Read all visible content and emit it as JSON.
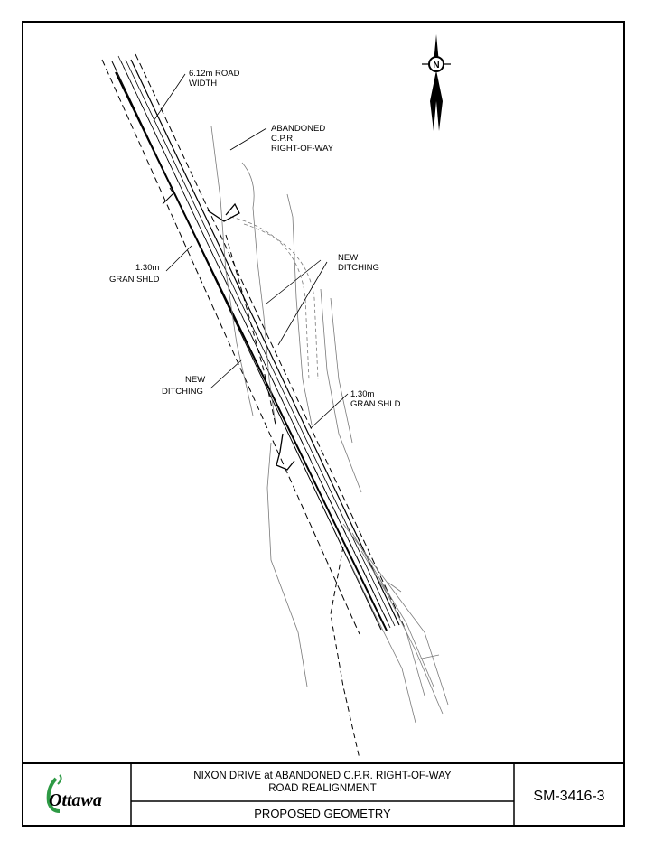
{
  "labels": {
    "road_width_1": "6.12m ROAD",
    "road_width_2": "WIDTH",
    "abandoned_1": "ABANDONED",
    "abandoned_2": "C.P.R",
    "abandoned_3": "RIGHT-OF-WAY",
    "ditching_ne_1": "NEW",
    "ditching_ne_2": "DITCHING",
    "gran_sw_1": "1.30m",
    "gran_sw_2": "GRAN SHLD",
    "ditching_w_1": "NEW",
    "ditching_w_2": "DITCHING",
    "gran_e_1": "1.30m",
    "gran_e_2": "GRAN SHLD"
  },
  "north_arrow": {
    "letter": "N",
    "icon": "north-arrow-icon"
  },
  "title_block": {
    "logo": "Ottawa",
    "title_line1": "NIXON DRIVE at ABANDONED C.P.R. RIGHT-OF-WAY",
    "title_line2": "ROAD REALIGNMENT",
    "subtitle": "PROPOSED GEOMETRY",
    "drawing_number": "SM-3416-3"
  },
  "colors": {
    "ink": "#000000",
    "grey": "#7a7a7a",
    "logo_green": "#2e9a45"
  }
}
